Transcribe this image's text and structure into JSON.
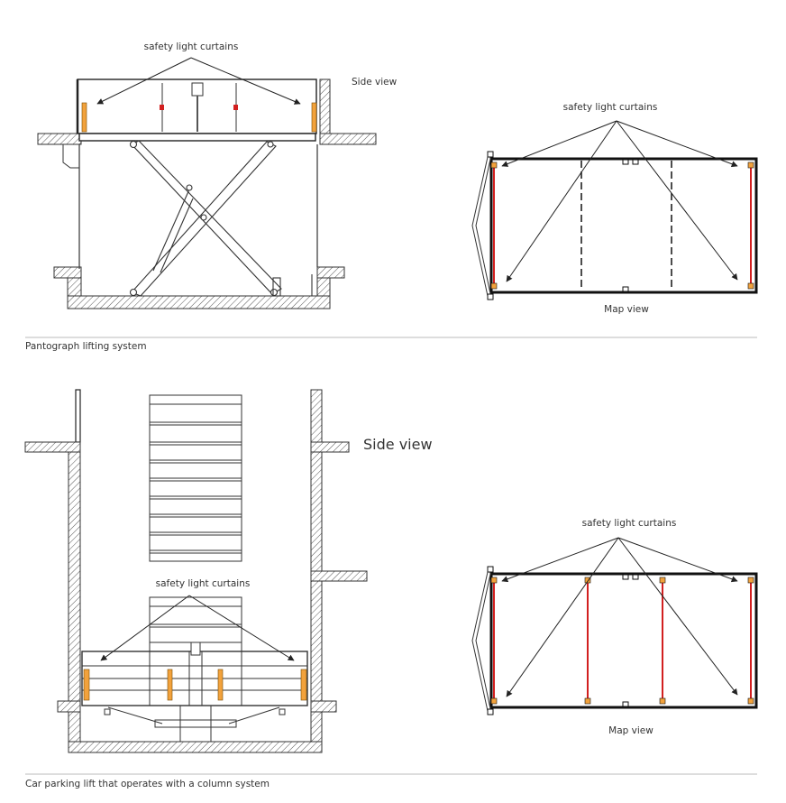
{
  "section1": {
    "caption": "Pantograph lifting system",
    "side_view": {
      "title": "Side view",
      "annotation": "safety light curtains"
    },
    "map_view": {
      "title": "Map view",
      "annotation": "safety light curtains"
    }
  },
  "section2": {
    "caption": "Car parking lift that operates with a column system",
    "side_view": {
      "title": "Side view",
      "annotation": "safety light curtains"
    },
    "map_view": {
      "title": "Map view",
      "annotation": "safety light curtains"
    }
  },
  "colors": {
    "curtain_orange": "#F2A23C",
    "curtain_red": "#D22020",
    "line": "#222222",
    "rule": "#BBBBBB"
  }
}
